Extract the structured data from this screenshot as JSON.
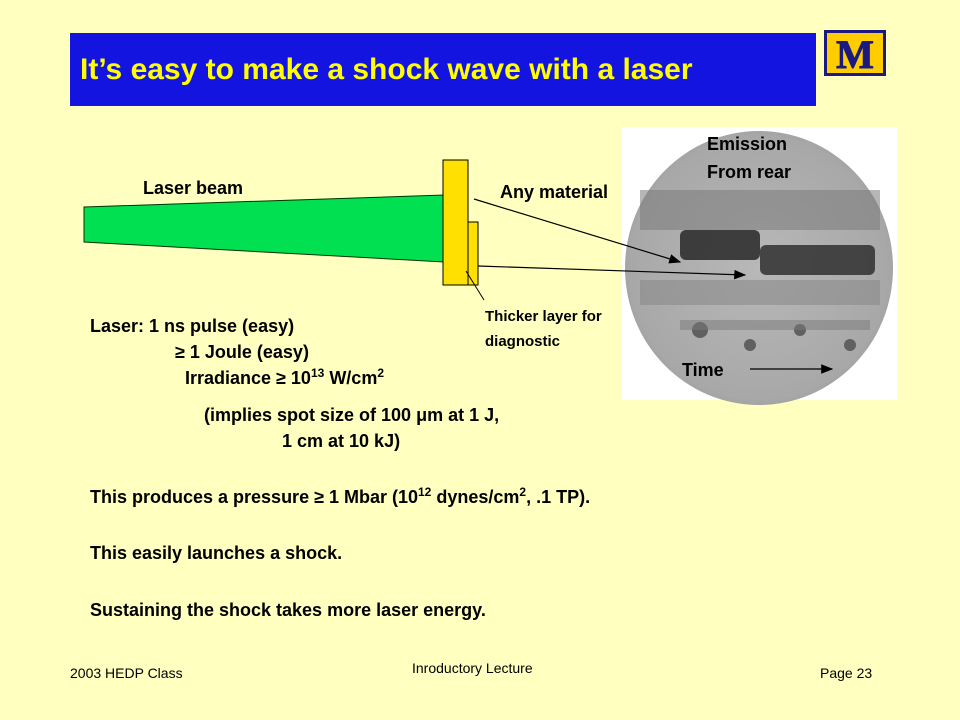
{
  "title": "It’s easy to make a shock wave with a laser",
  "logo_letter": "M",
  "colors": {
    "background": "#ffffc0",
    "title_bar": "#1414e0",
    "title_text": "#ffff00",
    "beam": "#00e050",
    "target": "#ffe000"
  },
  "diagram": {
    "laser_beam_label": "Laser beam",
    "any_material_label": "Any material",
    "thicker_layer_label_line1": "Thicker layer for",
    "thicker_layer_label_line2": "diagnostic",
    "emission_label_line1": "Emission",
    "emission_label_line2": "From rear",
    "time_label": "Time"
  },
  "laser_specs": {
    "line1": "Laser:  1 ns pulse (easy)",
    "line2": "≥ 1 Joule (easy)",
    "line3_pre": "Irradiance ≥ 10",
    "line3_sup1": "13",
    "line3_mid": " W/cm",
    "line3_sup2": "2",
    "line4": "(implies spot size of 100 μm at 1 J,",
    "line5": "1 cm at 10 kJ)"
  },
  "statements": {
    "pressure_pre": "This produces a pressure ≥ 1 Mbar (10",
    "pressure_sup1": "12",
    "pressure_mid": " dynes/cm",
    "pressure_sup2": "2",
    "pressure_post": ", .1 TP).",
    "launch": "This easily launches a shock.",
    "sustain": "Sustaining the shock takes more laser energy."
  },
  "footer": {
    "left": "2003 HEDP Class",
    "center": "Inroductory Lecture",
    "right": "Page 23"
  }
}
